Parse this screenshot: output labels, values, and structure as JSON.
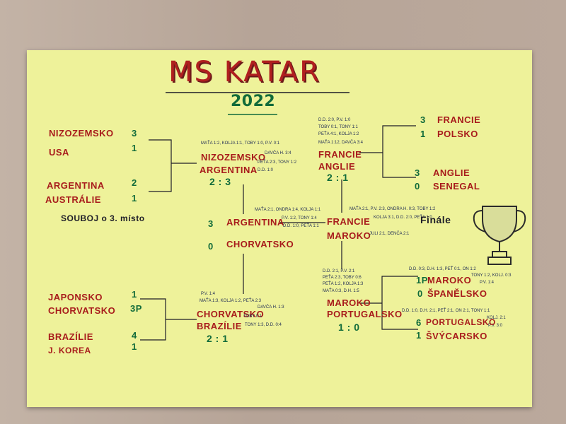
{
  "poster": {
    "title": "MS KATAR",
    "year": "2022",
    "third_place_label": "SOUBOJ o 3. místo",
    "final_label": "Finále"
  },
  "round_of_16": {
    "left": [
      {
        "team1": "NIZOZEMSKO",
        "score1": "3",
        "team2": "USA",
        "score2": "1"
      },
      {
        "team1": "ARGENTINA",
        "score1": "2",
        "team2": "AUSTRÁLIE",
        "score2": "1"
      },
      {
        "team1": "JAPONSKO",
        "score1": "1",
        "team2": "CHORVATSKO",
        "score2": "3P"
      },
      {
        "team1": "BRAZÍLIE",
        "score1": "4",
        "team2": "J. KOREA",
        "score2": "1"
      }
    ],
    "right": [
      {
        "team1": "FRANCIE",
        "score1": "3",
        "team2": "POLSKO",
        "score2": "1"
      },
      {
        "team1": "ANGLIE",
        "score1": "3",
        "team2": "SENEGAL",
        "score2": "0"
      },
      {
        "team1": "MAROKO",
        "score1": "1P",
        "team2": "ŠPANĚLSKO",
        "score2": "0"
      },
      {
        "team1": "PORTUGALSKO",
        "score1": "6",
        "team2": "ŠVÝCARSKO",
        "score2": "1"
      }
    ]
  },
  "quarterfinals": {
    "left_top": {
      "team1": "NIZOZEMSKO",
      "team2": "ARGENTINA",
      "score": "2 : 3"
    },
    "left_bottom": {
      "team1": "CHORVATSKO",
      "team2": "BRAZÍLIE",
      "score": "2 : 1"
    },
    "right_top": {
      "team1": "FRANCIE",
      "team2": "ANGLIE",
      "score": "2 : 1"
    },
    "right_bottom": {
      "team1": "MAROKO",
      "team2": "PORTUGALSKO",
      "score": "1 : 0"
    }
  },
  "semifinals": {
    "left": {
      "team1": "ARGENTINA",
      "score1": "3",
      "team2": "CHORVATSKO",
      "score2": "0"
    },
    "right": {
      "team1": "FRANCIE",
      "team2": "MAROKO"
    }
  },
  "notes": {
    "qf_lt_a": "MAŤA 1:2, KOLJA 1:1, TOBY 1:0, P.V. 0:1",
    "qf_lt_b": "DAVČA H. 3:4",
    "qf_lt_c": "PEŤA 2:3, TONY 1:2",
    "qf_lt_d": "D.D. 1:0",
    "qf_rt_a": "D.D. 2:0, P.V. 1:0",
    "qf_rt_b": "TOBY 0:1, TONY 1:1",
    "qf_rt_c": "PEŤA 4:1, KOLJA 1:2",
    "qf_rt_d": "MAŤA 1:12, DAVČA 3:4",
    "sf_l_a": "MAŤA 2:1, ONDRA 1:4, KOLJA 1:1",
    "sf_l_b": "P.V. 1:2, TONY 1:4",
    "sf_l_c": "D.D. 1:0, PEŤA 1:1",
    "sf_r_a": "MAŤA 2:1, P.V. 2:3, ONDRA H. 0:3, TOBY 1:2",
    "sf_r_b": "KOLJA 3:1, D.D. 2:0, PEŤA 1:0",
    "sf_r_c": "JULI 2:1, DENČA 2:1",
    "qf_rb_a": "D.D. 2:1, P.V. 2:1",
    "qf_rb_b": "PEŤA 2:3, TOBY 0:6",
    "qf_rb_c": "PEŤA 1:2, KOLJA 1:3",
    "qf_rb_d": "MAŤA 0:3, D.H. 1:5",
    "qf_lb_a": "P.V. 1:4",
    "qf_lb_b": "MAŤA 1:3, KOLJA 1:2, PEŤA 2:3",
    "qf_lb_c": "DAVČA H. 1:3",
    "qf_lb_d": "TOBY 0:1",
    "qf_lb_e": "TONY 1:3, D.D. 0:4",
    "r16_mar_a": "D.D. 0:3, D.H. 1:3, PEŤ 0:1, ON 1:2",
    "r16_mar_b": "TONY 1:2, KOLJ. 0:3",
    "r16_mar_c": "P.V. 1:4",
    "r16_por_a": "D.D. 1:0, D.H. 2:1, PEŤ 2:1, ON 2:1, TONY 1:1",
    "r16_por_b": "KOLJ. 2:1",
    "r16_por_c": "P.V. 3:0"
  },
  "colors": {
    "poster": "#eef29a",
    "red_ink": "#a81c1c",
    "green_ink": "#116b3a",
    "black_ink": "#1e1e28"
  },
  "icons": {
    "trophy": "trophy-icon"
  }
}
